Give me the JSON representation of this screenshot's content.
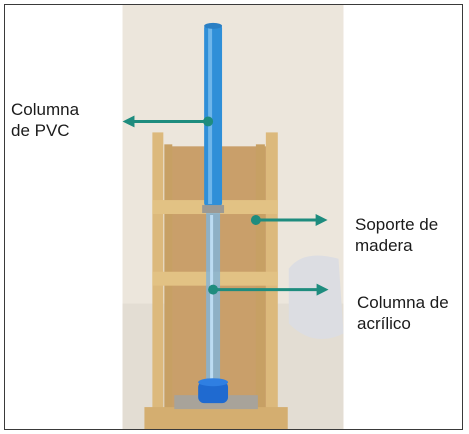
{
  "labels": {
    "pvc_line1": "Columna",
    "pvc_line2": "de PVC",
    "soporte_line1": "Soporte de",
    "soporte_line2": "madera",
    "acrilico_line1": "Columna de",
    "acrilico_line2": "acrílico"
  },
  "colors": {
    "arrow": "#1e8c7e",
    "pvc_pipe": "#2f8fd8",
    "wood": "#d9b676",
    "background_wall": "#ece6dc"
  }
}
